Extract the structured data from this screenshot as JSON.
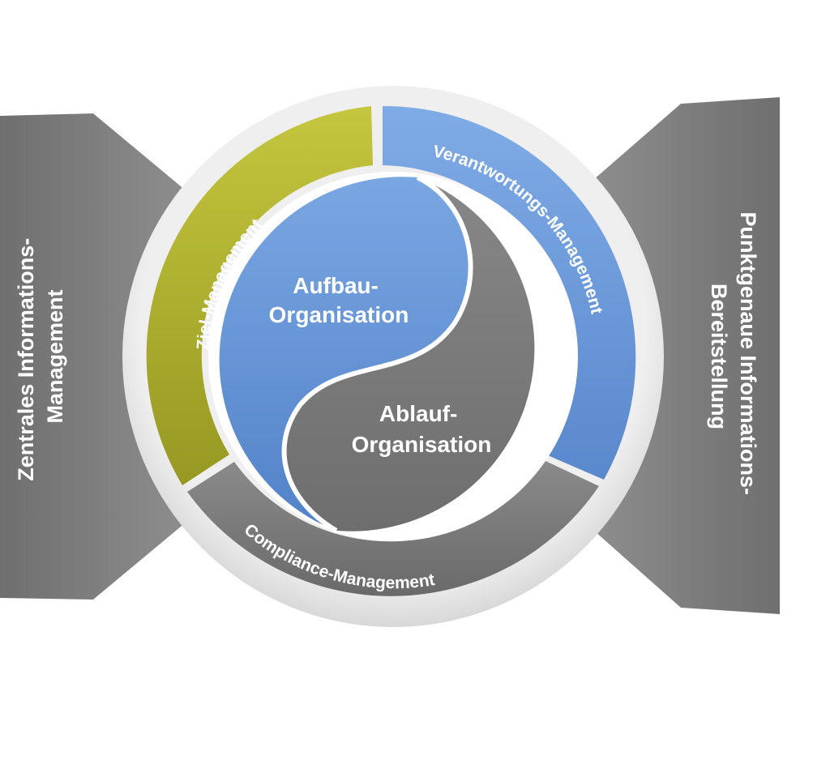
{
  "left_panel": {
    "line1": "Zentrales Informations-",
    "line2": "Management"
  },
  "right_panel": {
    "line1": "Punktgenaue Informations-",
    "line2": "Bereitstellung"
  },
  "ring": {
    "ziel": "Ziel-Management",
    "verantwortung": "Verantwortungs-Management",
    "compliance": "Compliance-Management"
  },
  "center": {
    "aufbau_line1": "Aufbau-",
    "aufbau_line2": "Organisation",
    "ablauf_line1": "Ablauf-",
    "ablauf_line2": "Organisation"
  },
  "colors": {
    "panel_gray": "#7d7d7d",
    "olive": "#a9ab2c",
    "blue": "#6b9ad8",
    "gray_segment": "#7a7a7a",
    "outer_ring": "#e6e6e6"
  }
}
